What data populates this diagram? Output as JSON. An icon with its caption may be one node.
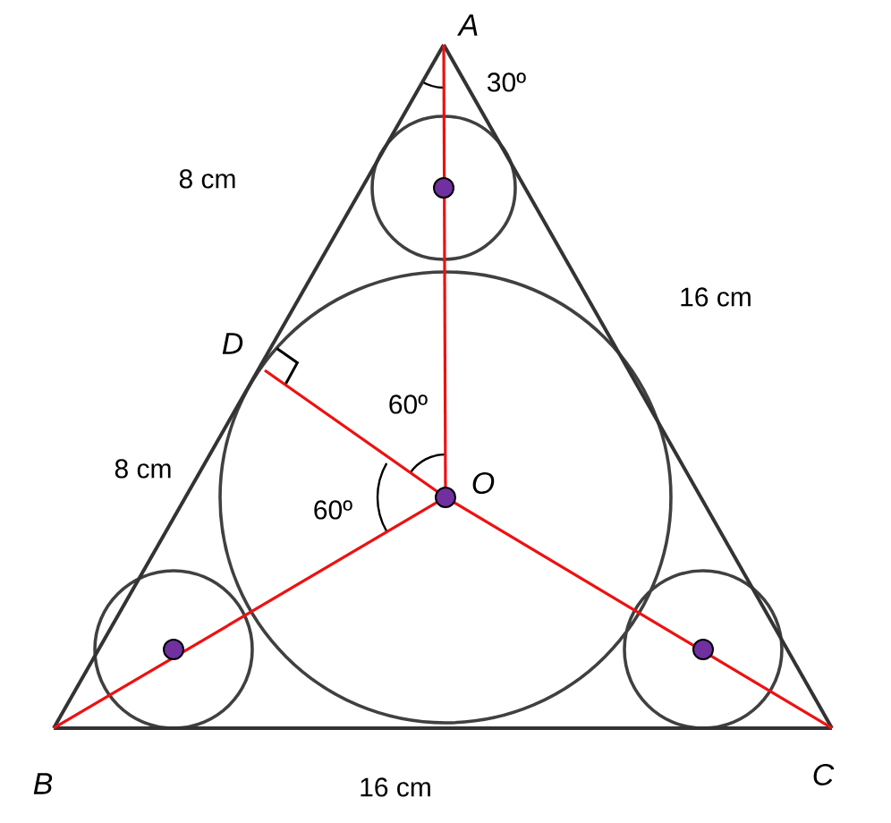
{
  "diagram": {
    "nodes": [
      {
        "text": [
          "A"
        ]
      },
      {
        "text": [
          "D"
        ]
      },
      {
        "text": [
          "O"
        ]
      },
      {
        "text": [
          "B"
        ]
      },
      {
        "text": [
          "C"
        ]
      }
    ],
    "edges": [
      {
        "from": 0,
        "to": 3,
        "arrow": "none",
        "color": "#333333"
      },
      {
        "from": 3,
        "to": 4,
        "arrow": "none",
        "color": "#333333"
      },
      {
        "from": 4,
        "to": 0,
        "arrow": "none",
        "color": "#333333"
      },
      {
        "from": 0,
        "to": 2,
        "arrow": "none",
        "color": "#ee1111"
      },
      {
        "from": 1,
        "to": 2,
        "arrow": "none",
        "color": "#ee1111"
      },
      {
        "from": 3,
        "to": 2,
        "arrow": "none",
        "color": "#ee1111"
      },
      {
        "from": 4,
        "to": 2,
        "arrow": "none",
        "color": "#ee1111"
      }
    ],
    "labels": [
      "30º",
      "8 cm",
      "16 cm",
      "60º",
      "8 cm",
      "60º",
      "16 cm"
    ]
  }
}
